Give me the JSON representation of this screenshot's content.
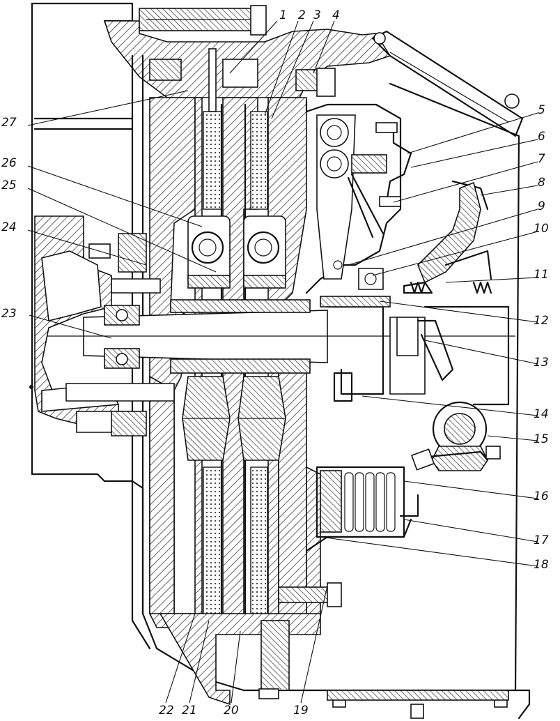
{
  "labels": {
    "l1": "1",
    "l2": "2",
    "l3": "3",
    "l4": "4",
    "l5": "5",
    "l6": "6",
    "l7": "7",
    "l8": "8",
    "l9": "9",
    "l10": "10",
    "l11": "11",
    "l12": "12",
    "l13": "13",
    "l14": "14",
    "l15": "15",
    "l16": "16",
    "l17": "17",
    "l18": "18",
    "l19": "19",
    "l20": "20",
    "l21": "21",
    "l22": "22",
    "l23": "23",
    "l24": "24",
    "l25": "25",
    "l26": "26",
    "l27": "27"
  }
}
